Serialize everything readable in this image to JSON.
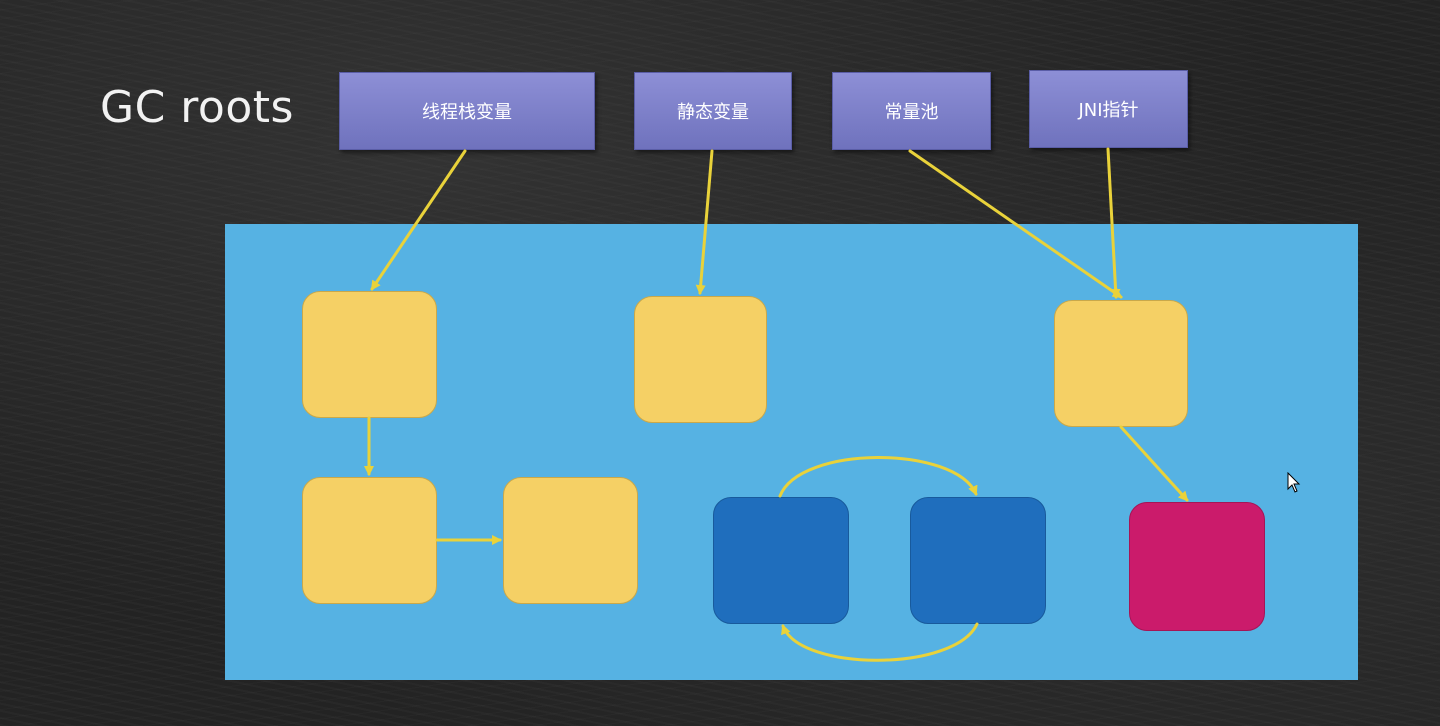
{
  "title": "GC roots",
  "roots": [
    {
      "label": "线程栈变量"
    },
    {
      "label": "静态变量"
    },
    {
      "label": "常量池"
    },
    {
      "label": "JNI指针"
    }
  ],
  "colors": {
    "root_box": "#7a7dc8",
    "heap_area": "#56b2e3",
    "reachable_object": "#f5d065",
    "cyclic_unreachable_object": "#1f6ebd",
    "unreachable_object": "#cb1b6b",
    "arrow": "#e9d23a"
  }
}
